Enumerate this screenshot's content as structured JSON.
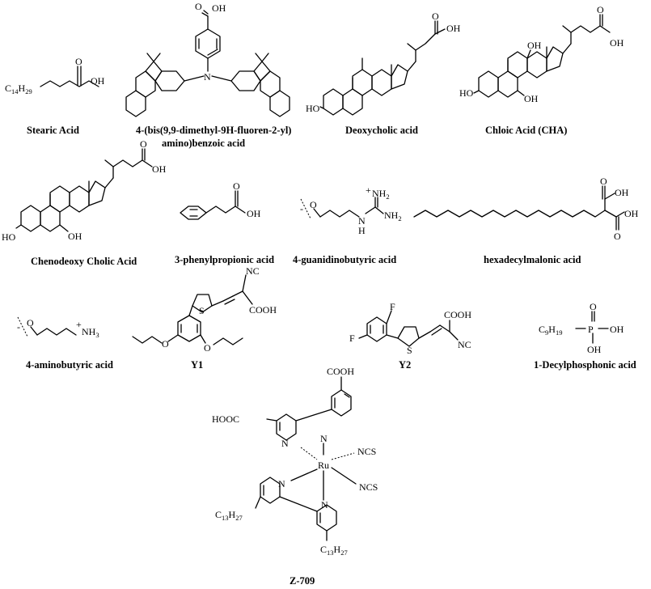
{
  "compounds": [
    {
      "id": "stearic",
      "caption": "Stearic Acid",
      "groups": [
        "C",
        "14",
        "H",
        "29",
        "OH",
        "O"
      ]
    },
    {
      "id": "fluorenyl",
      "caption_lines": [
        "4-(bis(9,9-dimethyl-9H-fluoren-2-yl)",
        "amino)benzoic acid"
      ],
      "groups": [
        "OH",
        "O",
        "N"
      ]
    },
    {
      "id": "deoxycholic",
      "caption": "Deoxycholic acid",
      "groups": [
        "OH",
        "O",
        "HO"
      ]
    },
    {
      "id": "cha",
      "caption": "Chloic Acid (CHA)",
      "groups": [
        "OH",
        "O",
        "HO",
        "OH",
        "OH"
      ]
    },
    {
      "id": "cdca",
      "caption": "Chenodeoxy Cholic Acid",
      "groups": [
        "OH",
        "O",
        "HO",
        "OH"
      ]
    },
    {
      "id": "ppa",
      "caption": "3-phenylpropionic acid",
      "groups": [
        "OH",
        "O"
      ]
    },
    {
      "id": "gba",
      "caption": "4-guanidinobutyric acid",
      "groups": [
        "O",
        "-",
        "+",
        "NH",
        "2",
        "NH",
        "2",
        "H",
        "N"
      ]
    },
    {
      "id": "hdma",
      "caption": "hexadecylmalonic acid",
      "groups": [
        "OH",
        "O",
        "OH",
        "O"
      ]
    },
    {
      "id": "aba",
      "caption": "4-aminobutyric acid",
      "groups": [
        "O",
        "-",
        "+",
        "NH",
        "3"
      ]
    },
    {
      "id": "y1",
      "caption": "Y1",
      "groups": [
        "NC",
        "COOH",
        "S",
        "O",
        "O"
      ]
    },
    {
      "id": "y2",
      "caption": "Y2",
      "groups": [
        "COOH",
        "NC",
        "S",
        "F",
        "F"
      ]
    },
    {
      "id": "dpa",
      "caption": "1-Decylphosphonic acid",
      "groups": [
        "C",
        "9",
        "H",
        "19",
        "P",
        "OH",
        "OH",
        "O"
      ]
    },
    {
      "id": "z709",
      "caption": "Z-709",
      "groups": [
        "COOH",
        "HOOC",
        "N",
        "N",
        "Ru",
        "NCS",
        "NCS",
        "N",
        "N",
        "C",
        "13",
        "H",
        "27",
        "C",
        "13",
        "H",
        "27"
      ]
    }
  ]
}
